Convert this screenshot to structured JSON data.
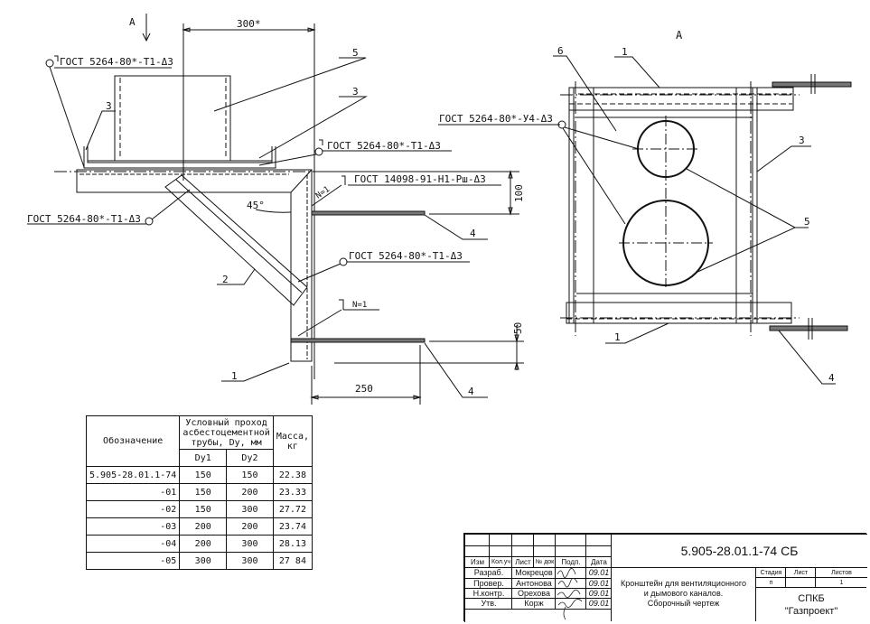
{
  "drawing": {
    "view_a_arrow": "А",
    "view_a_title": "А",
    "dim_300": "300*",
    "dim_100": "100",
    "dim_50": "50",
    "dim_250": "250",
    "angle_45": "45°",
    "weld_1": "ГОСТ 5264-80*-Т1-Δ3",
    "weld_2": "ГОСТ 5264-80*-Т1-Δ3",
    "weld_3": "ГОСТ 14098-91-Н1-Рш-Δ3",
    "weld_4": "ГОСТ 5264-80*-Т1-Δ3",
    "weld_5": "ГОСТ 5264-80*-Т1-Δ3",
    "weld_6": "ГОСТ 5264-80*-У4-Δ3",
    "n1_top": "N=1",
    "n1_bottom": "N=1",
    "pos": {
      "p1": "1",
      "p2": "2",
      "p3": "3",
      "p4": "4",
      "p5": "5",
      "p6": "6"
    }
  },
  "spec_table": {
    "header_designation": "Обозначение",
    "header_bore": "Условный проход асбестоцементной трубы, Dy, мм",
    "header_mass": "Масса, кг",
    "header_dy1": "Dy1",
    "header_dy2": "Dy2",
    "rows": [
      {
        "designation": "5.905-28.01.1-74",
        "dy1": "150",
        "dy2": "150",
        "mass": "22.38"
      },
      {
        "designation": "-01",
        "dy1": "150",
        "dy2": "200",
        "mass": "23.33"
      },
      {
        "designation": "-02",
        "dy1": "150",
        "dy2": "300",
        "mass": "27.72"
      },
      {
        "designation": "-03",
        "dy1": "200",
        "dy2": "200",
        "mass": "23.74"
      },
      {
        "designation": "-04",
        "dy1": "200",
        "dy2": "300",
        "mass": "28.13"
      },
      {
        "designation": "-05",
        "dy1": "300",
        "dy2": "300",
        "mass": "27 84"
      }
    ]
  },
  "title_block": {
    "doc_code": "5.905-28.01.1-74 СБ",
    "headers": {
      "izm": "Изм",
      "kol": "Кол.уч",
      "list": "Лист",
      "ndok": "№ док",
      "podp": "Подп.",
      "data": "Дата"
    },
    "people": [
      {
        "role": "Разраб.",
        "name": "Мокрецов",
        "date": "09.01"
      },
      {
        "role": "Провер.",
        "name": "Антонова",
        "date": "09.01"
      },
      {
        "role": "Н.контр.",
        "name": "Орехова",
        "date": "09.01"
      },
      {
        "role": "Утв.",
        "name": "Корж",
        "date": "09.01"
      }
    ],
    "title_lines": [
      "Кронштейн для вентиляционного",
      "и дымового каналов.",
      "Сборочный чертеж"
    ],
    "stage_label": "Стадия",
    "sheet_label": "Лист",
    "sheets_label": "Листов",
    "stage_value": "п",
    "sheets_value": "1",
    "org_line1": "СПКБ",
    "org_line2": "\"Газпроект\""
  }
}
